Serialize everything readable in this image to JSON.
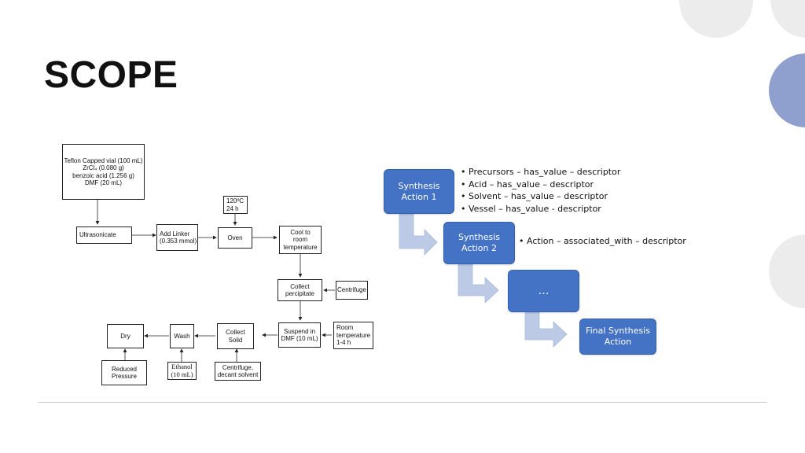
{
  "slide": {
    "title": "SCOPE"
  },
  "colors": {
    "circle_light": "#ececec",
    "circle_accent": "#8f9fce",
    "action_box": "#4472c4",
    "chevron_arrow": "#bccae6"
  },
  "flowchart": {
    "vial": "Teflon Capped vial (100 mL)\nZrCl₄ (0.080 g)\nbenzoic acid (1.256 g)\nDMF (20 mL)",
    "ultrasonicate": "Ultrasonicate",
    "add_linker": "Add Linker\n(0.353 mmol)",
    "oven_condition": "120ºC\n24 h",
    "oven": "Oven",
    "cool": "Cool to\nroom\ntemperature",
    "collect_percipitate": "Collect\npercipitate",
    "centrifuge": "Centrifuge",
    "suspend": "Suspend in\nDMF (10 mL)",
    "room_temp": "Room\ntemperature\n1-4 h",
    "collect_solid": "Collect\nSolid",
    "centrifuge_decant": "Centrifuge,\ndecant solvent",
    "wash": "Wash",
    "ethanol": "Ethanol\n(10 mL)",
    "dry": "Dry",
    "reduced_pressure": "Reduced\nPressure"
  },
  "ontology": {
    "action1": "Synthesis\nAction 1",
    "action2": "Synthesis\nAction 2",
    "ellipsis": "…",
    "final": "Final Synthesis\nAction",
    "action1_bullets": [
      "Precursors – has_value – descriptor",
      "Acid – has_value – descriptor",
      "Solvent – has_value – descriptor",
      "Vessel – has_value - descriptor"
    ],
    "action2_bullets": [
      "Action – associated_with – descriptor"
    ]
  }
}
